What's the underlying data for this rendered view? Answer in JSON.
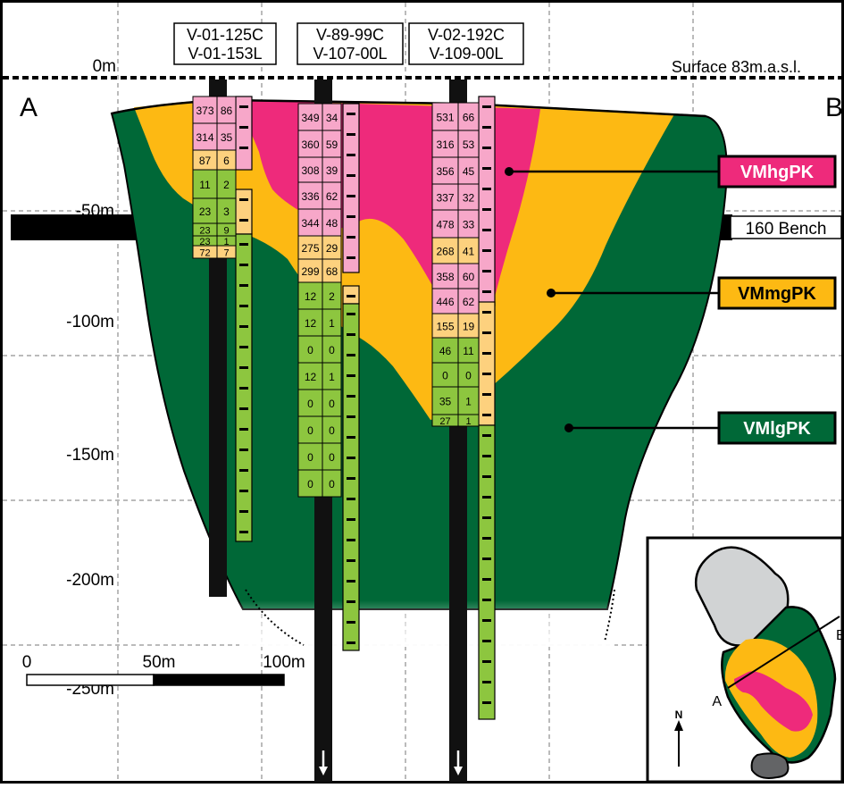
{
  "section": {
    "end_left": "A",
    "end_right": "B",
    "surface_label": "Surface 83m.a.s.l.",
    "bench_label": "160 Bench",
    "depth_labels": [
      "0m",
      "-50m",
      "-100m",
      "-150m",
      "-200m",
      "-250m"
    ]
  },
  "scale_bar": {
    "labels": [
      "0",
      "50m",
      "100m"
    ]
  },
  "units": [
    {
      "name": "VMhgPK",
      "color": "#ee2a7b"
    },
    {
      "name": "VMmgPK",
      "color": "#fdb913"
    },
    {
      "name": "VMlgPK",
      "color": "#006837"
    }
  ],
  "drillholes": [
    {
      "ids": [
        "V-01-125C",
        "V-01-153L"
      ],
      "intervals": [
        {
          "v1": "373",
          "v2": "86",
          "unit": "hg"
        },
        {
          "v1": "314",
          "v2": "35",
          "unit": "hg"
        },
        {
          "v1": "87",
          "v2": "6",
          "unit": "mg"
        },
        {
          "v1": "11",
          "v2": "2",
          "unit": "lg"
        },
        {
          "v1": "23",
          "v2": "3",
          "unit": "lg"
        },
        {
          "v1": "23",
          "v2": "9",
          "unit": "lg"
        },
        {
          "v1": "23",
          "v2": "1",
          "unit": "lg"
        },
        {
          "v1": "72",
          "v2": "7",
          "unit": "mg"
        }
      ]
    },
    {
      "ids": [
        "V-89-99C",
        "V-107-00L"
      ],
      "intervals": [
        {
          "v1": "349",
          "v2": "34",
          "unit": "hg"
        },
        {
          "v1": "360",
          "v2": "59",
          "unit": "hg"
        },
        {
          "v1": "308",
          "v2": "39",
          "unit": "hg"
        },
        {
          "v1": "336",
          "v2": "62",
          "unit": "hg"
        },
        {
          "v1": "344",
          "v2": "48",
          "unit": "hg"
        },
        {
          "v1": "275",
          "v2": "29",
          "unit": "mg"
        },
        {
          "v1": "299",
          "v2": "68",
          "unit": "mg"
        },
        {
          "v1": "12",
          "v2": "2",
          "unit": "lg"
        },
        {
          "v1": "12",
          "v2": "1",
          "unit": "lg"
        },
        {
          "v1": "0",
          "v2": "0",
          "unit": "lg"
        },
        {
          "v1": "12",
          "v2": "1",
          "unit": "lg"
        },
        {
          "v1": "0",
          "v2": "0",
          "unit": "lg"
        },
        {
          "v1": "0",
          "v2": "0",
          "unit": "lg"
        },
        {
          "v1": "0",
          "v2": "0",
          "unit": "lg"
        },
        {
          "v1": "0",
          "v2": "0",
          "unit": "lg"
        }
      ]
    },
    {
      "ids": [
        "V-02-192C",
        "V-109-00L"
      ],
      "intervals": [
        {
          "v1": "531",
          "v2": "66",
          "unit": "hg"
        },
        {
          "v1": "316",
          "v2": "53",
          "unit": "hg"
        },
        {
          "v1": "356",
          "v2": "45",
          "unit": "hg"
        },
        {
          "v1": "337",
          "v2": "32",
          "unit": "hg"
        },
        {
          "v1": "478",
          "v2": "33",
          "unit": "hg"
        },
        {
          "v1": "268",
          "v2": "41",
          "unit": "mg"
        },
        {
          "v1": "358",
          "v2": "60",
          "unit": "hg"
        },
        {
          "v1": "446",
          "v2": "62",
          "unit": "hg"
        },
        {
          "v1": "155",
          "v2": "19",
          "unit": "mg"
        },
        {
          "v1": "46",
          "v2": "11",
          "unit": "lg"
        },
        {
          "v1": "0",
          "v2": "0",
          "unit": "lg"
        },
        {
          "v1": "35",
          "v2": "1",
          "unit": "lg"
        },
        {
          "v1": "27",
          "v2": "1",
          "unit": "lg"
        }
      ]
    }
  ],
  "inset": {
    "north_label": "N",
    "label_a": "A",
    "label_b": "B"
  }
}
